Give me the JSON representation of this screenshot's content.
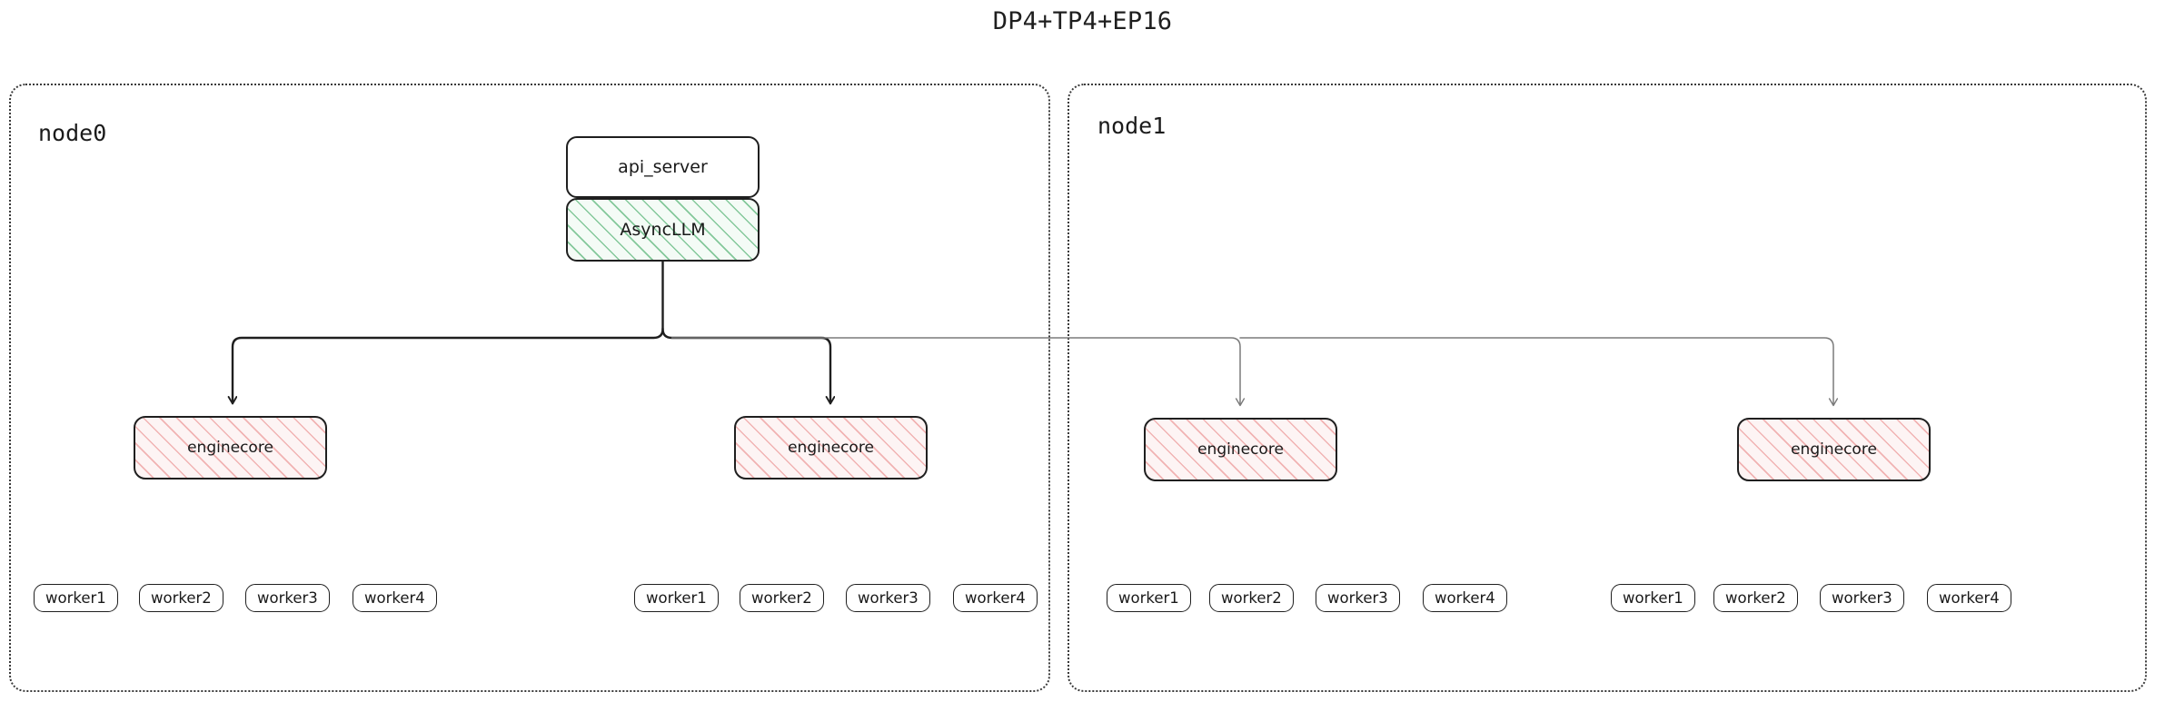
{
  "title": "DP4+TP4+EP16",
  "colors": {
    "node_border": "#3a3a3a",
    "box_border": "#1f1f1f",
    "async_hatch": "#5fb77c",
    "core_hatch": "#e77d7d",
    "edge_primary": "#1f1f1f",
    "edge_secondary": "#7a7a7a",
    "text": "#1a1a1a",
    "background": "#ffffff"
  },
  "nodes": [
    {
      "id": "node0",
      "label": "node0",
      "engines": [
        {
          "label": "enginecore",
          "workers": [
            {
              "label": "worker1"
            },
            {
              "label": "worker2"
            },
            {
              "label": "worker3"
            },
            {
              "label": "worker4"
            }
          ]
        },
        {
          "label": "enginecore",
          "workers": [
            {
              "label": "worker1"
            },
            {
              "label": "worker2"
            },
            {
              "label": "worker3"
            },
            {
              "label": "worker4"
            }
          ]
        }
      ]
    },
    {
      "id": "node1",
      "label": "node1",
      "engines": [
        {
          "label": "enginecore",
          "workers": [
            {
              "label": "worker1"
            },
            {
              "label": "worker2"
            },
            {
              "label": "worker3"
            },
            {
              "label": "worker4"
            }
          ]
        },
        {
          "label": "enginecore",
          "workers": [
            {
              "label": "worker1"
            },
            {
              "label": "worker2"
            },
            {
              "label": "worker3"
            },
            {
              "label": "worker4"
            }
          ]
        }
      ]
    }
  ],
  "head": {
    "api_server": "api_server",
    "async_llm": "AsyncLLM"
  }
}
